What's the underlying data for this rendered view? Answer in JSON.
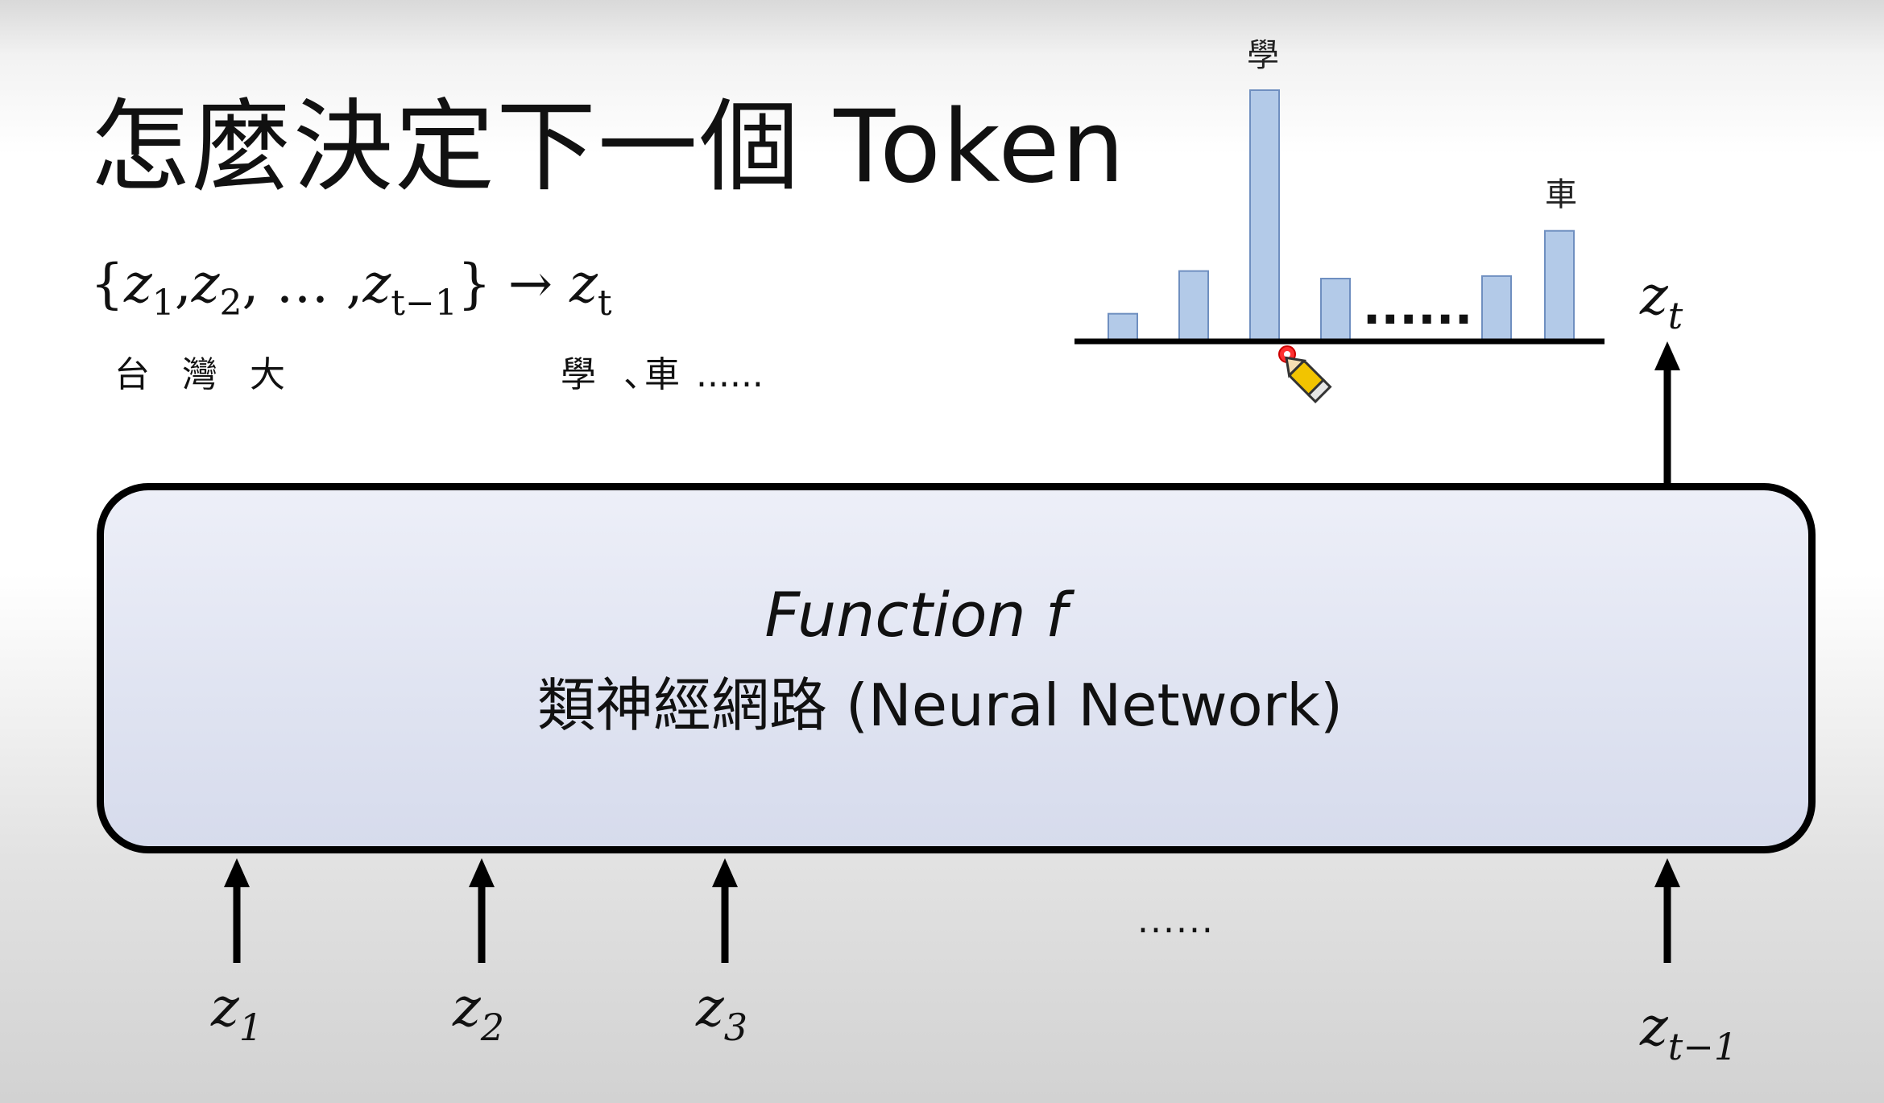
{
  "title": "怎麼決定下一個 Token",
  "formula": {
    "open": "{",
    "z": "z",
    "s1": "1",
    "s2": "2",
    "ellipsis": "…",
    "st": "t−1",
    "close": "}",
    "arrow": "→",
    "target_sub": "t"
  },
  "context_tokens": [
    "台",
    "灣",
    "大"
  ],
  "candidates": {
    "first": "學",
    "separator": "、",
    "second": "車",
    "more": "......"
  },
  "distribution": {
    "peak_label": "學",
    "last_label": "車",
    "ellipsis": "......",
    "bar_heights_relative": [
      0.11,
      0.28,
      1.0,
      0.25,
      0.26,
      0.44
    ]
  },
  "output": {
    "symbol": "z",
    "subscript": "t"
  },
  "network": {
    "function_label": "Function f",
    "name": "類神經網路 (Neural Network)"
  },
  "inputs": [
    {
      "symbol": "z",
      "subscript": "1"
    },
    {
      "symbol": "z",
      "subscript": "2"
    },
    {
      "symbol": "z",
      "subscript": "3"
    },
    {
      "symbol": "z",
      "subscript": "t−1"
    }
  ],
  "input_ellipsis": "......",
  "colors": {
    "bar_fill": "#b3cae8",
    "bar_stroke": "#6f8fc0",
    "box_fill": "#dfe3f1",
    "stroke": "#000000"
  },
  "icons": {
    "pen_cursor": "pen-cursor-icon"
  }
}
